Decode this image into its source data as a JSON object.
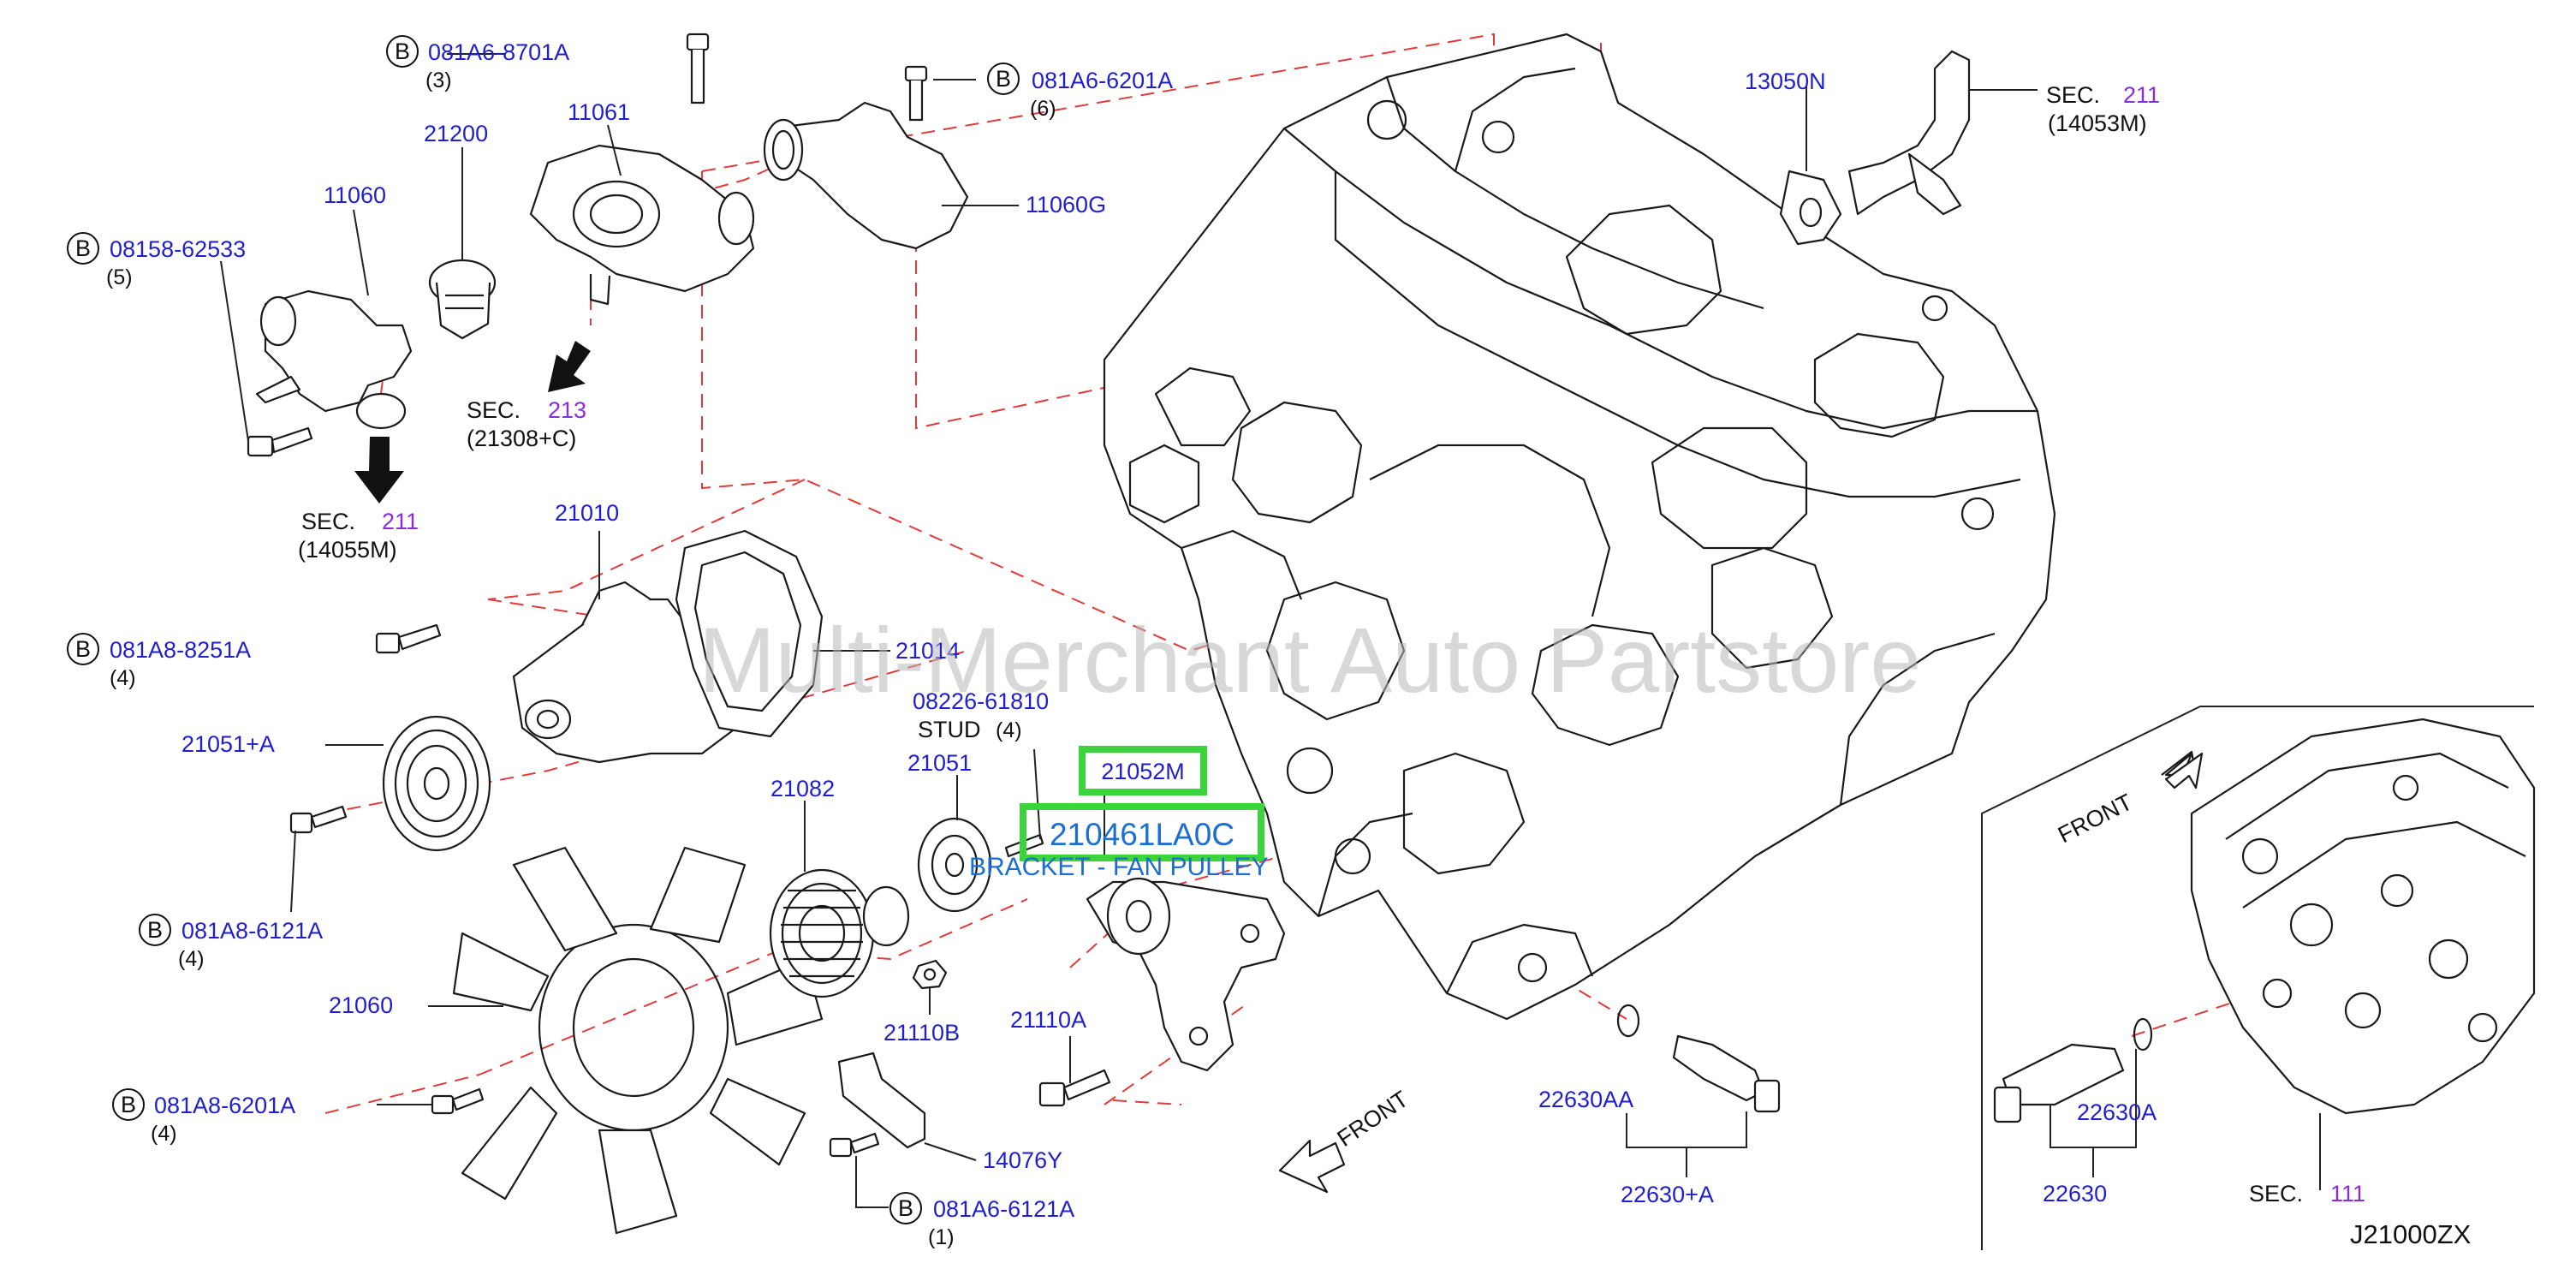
{
  "diagram_code": "J21000ZX",
  "watermark": "Multi-Merchant Auto Partstore",
  "colors": {
    "part_blue": "#1f1fcf",
    "section_purple": "#8a2be2",
    "highlight_green": "#3cd43c",
    "highlight_text": "#1a6fd1",
    "leader_red": "#e23a3a"
  },
  "bolt_marker": "B",
  "callouts": {
    "bolt_081A6_8701A": {
      "code": "081A6-8701A",
      "qty": "(3)"
    },
    "bolt_081A6_6201A": {
      "code": "081A6-6201A",
      "qty": "(6)"
    },
    "bolt_08158_62533": {
      "code": "08158-62533",
      "qty": "(5)"
    },
    "bolt_081A8_8251A": {
      "code": "081A8-8251A",
      "qty": "(4)"
    },
    "bolt_081A8_6121A": {
      "code": "081A8-6121A",
      "qty": "(4)"
    },
    "bolt_081A8_6201A": {
      "code": "081A8-6201A",
      "qty": "(4)"
    },
    "bolt_081A6_6121A": {
      "code": "081A6-6121A",
      "qty": "(1)"
    }
  },
  "parts": {
    "p11061": "11061",
    "p21200": "21200",
    "p11060": "11060",
    "p11060G": "11060G",
    "p13050N": "13050N",
    "p21010": "21010",
    "p21014": "21014",
    "p21051A": "21051+A",
    "p21051": "21051",
    "p21082": "21082",
    "p21060": "21060",
    "p21110B": "21110B",
    "p21110A": "21110A",
    "p14076Y": "14076Y",
    "p22630AA": "22630AA",
    "p22630A_plus": "22630+A",
    "p22630A": "22630A",
    "p22630": "22630",
    "p08226": "08226-61810",
    "stud_label": "STUD",
    "stud_qty": "(4)"
  },
  "sections": {
    "s211_top": {
      "label": "SEC.",
      "num": "211",
      "ref": "(14053M)"
    },
    "s213": {
      "label": "SEC.",
      "num": "213",
      "ref": "(21308+C)"
    },
    "s211_left": {
      "label": "SEC.",
      "num": "211",
      "ref": "(14055M)"
    },
    "s111": {
      "label": "SEC.",
      "num": "111"
    }
  },
  "highlight": {
    "part_21052M": "21052M",
    "part_number": "210461LA0C",
    "description": "BRACKET - FAN PULLEY"
  },
  "front_labels": {
    "main": "FRONT",
    "inset": "FRONT"
  }
}
